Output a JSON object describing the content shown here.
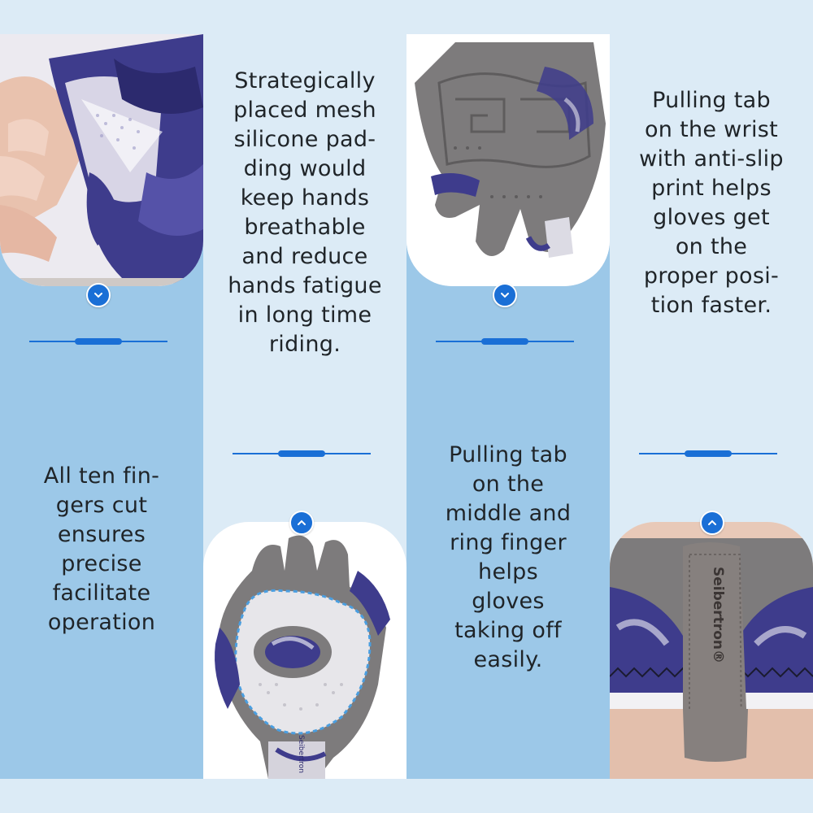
{
  "columns": [
    {
      "photo": "glove-back-on-hand-photo",
      "badge_icon": "chevron-down-icon",
      "text": "All ten fin-\ngers cut\nensures\nprecise\nfacilitate\noperation"
    },
    {
      "text": "Strategically\nplaced mesh\nsilicone pad-\nding would\nkeep hands\nbreathable\nand reduce\nhands fatigue\nin long time\nriding.",
      "badge_icon": "chevron-up-icon",
      "photo": "glove-palm-padding-photo",
      "photo_brand": "Seibertron"
    },
    {
      "photo": "glove-palm-pull-tab-photo",
      "badge_icon": "chevron-down-icon",
      "text": "Pulling tab\non the\nmiddle and\nring finger\nhelps\ngloves\ntaking off\neasily."
    },
    {
      "text": "Pulling tab\non the wrist\nwith anti-slip\nprint helps\ngloves get\non the\nproper posi-\ntion faster.",
      "badge_icon": "chevron-up-icon",
      "photo": "wrist-pull-tab-photo",
      "photo_brand": "Seibertron®"
    }
  ],
  "colors": {
    "accent": "#1a6fd6",
    "column_dark": "#9cc8e8",
    "column_light": "#dcebf6",
    "glove_purple": "#3e3c8c",
    "glove_gray": "#7d7b7c"
  }
}
